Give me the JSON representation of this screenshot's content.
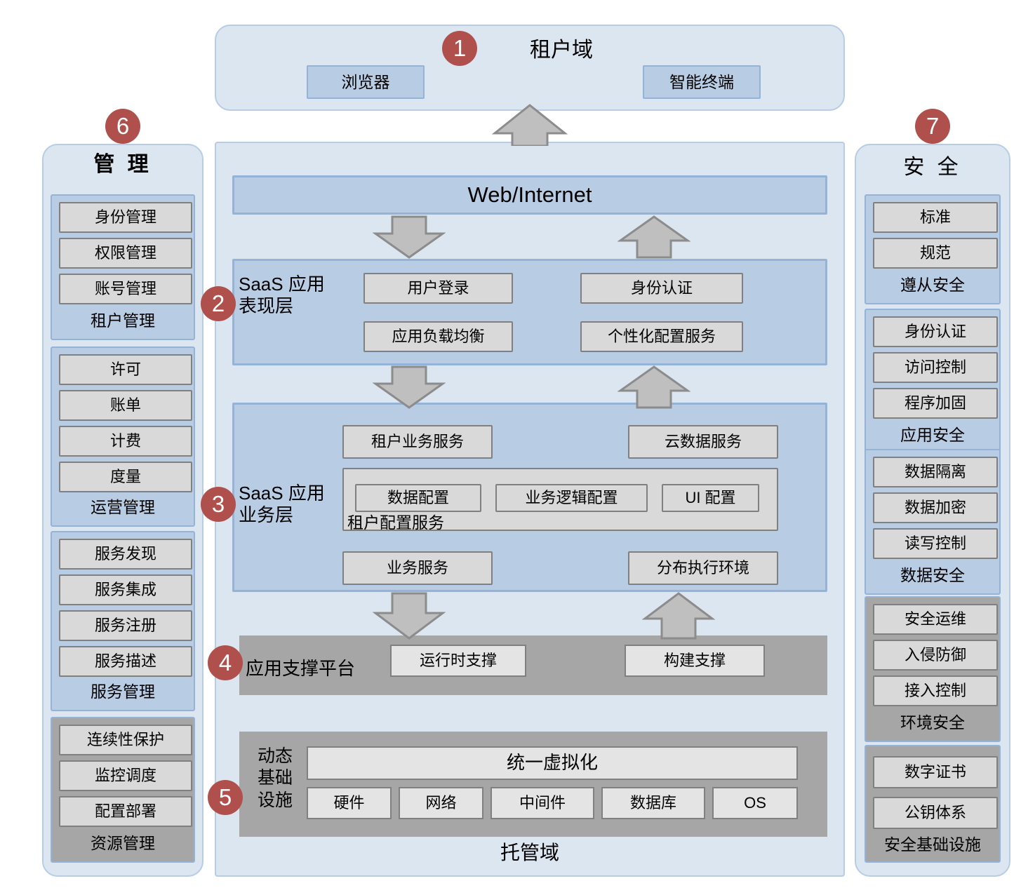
{
  "diagram": {
    "tenant_domain": {
      "badge": "1",
      "title": "租户域",
      "clients": [
        {
          "label": "浏览器"
        },
        {
          "label": "智能终端"
        }
      ]
    },
    "hosting_domain": {
      "footer_label": "托管域",
      "web_band": {
        "label": "Web/Internet"
      },
      "presentation_layer": {
        "badge": "2",
        "label": "SaaS 应用\n表现层",
        "label_line1": "SaaS 应用",
        "label_line2": "表现层",
        "boxes": [
          {
            "label": "用户登录"
          },
          {
            "label": "身份认证"
          },
          {
            "label": "应用负载均衡"
          },
          {
            "label": "个性化配置服务"
          }
        ]
      },
      "business_layer": {
        "badge": "3",
        "label_line1": "SaaS 应用",
        "label_line2": "业务层",
        "top_boxes": [
          {
            "label": "租户业务服务"
          },
          {
            "label": "云数据服务"
          }
        ],
        "config_panel": {
          "label": "租户配置服务",
          "items": [
            {
              "label": "数据配置"
            },
            {
              "label": "业务逻辑配置"
            },
            {
              "label": "UI 配置"
            }
          ]
        },
        "bottom_boxes": [
          {
            "label": "业务服务"
          },
          {
            "label": "分布执行环境"
          }
        ]
      },
      "support_platform": {
        "badge": "4",
        "label": "应用支撑平台",
        "boxes": [
          {
            "label": "运行时支撑"
          },
          {
            "label": "构建支撑"
          }
        ]
      },
      "infrastructure": {
        "badge": "5",
        "label_line1": "动态",
        "label_line2": "基础",
        "label_line3": "设施",
        "virtualization": {
          "label": "统一虚拟化"
        },
        "components": [
          {
            "label": "硬件"
          },
          {
            "label": "网络"
          },
          {
            "label": "中间件"
          },
          {
            "label": "数据库"
          },
          {
            "label": "OS"
          }
        ]
      }
    },
    "management_panel": {
      "badge": "6",
      "title": "管 理",
      "groups": [
        {
          "label": "租户管理",
          "style": "blue",
          "items": [
            {
              "label": "身份管理"
            },
            {
              "label": "权限管理"
            },
            {
              "label": "账号管理"
            }
          ]
        },
        {
          "label": "运营管理",
          "style": "blue",
          "items": [
            {
              "label": "许可"
            },
            {
              "label": "账单"
            },
            {
              "label": "计费"
            },
            {
              "label": "度量"
            }
          ]
        },
        {
          "label": "服务管理",
          "style": "blue",
          "items": [
            {
              "label": "服务发现"
            },
            {
              "label": "服务集成"
            },
            {
              "label": "服务注册"
            },
            {
              "label": "服务描述"
            }
          ]
        },
        {
          "label": "资源管理",
          "style": "gray",
          "items": [
            {
              "label": "连续性保护"
            },
            {
              "label": "监控调度"
            },
            {
              "label": "配置部署"
            }
          ]
        }
      ]
    },
    "security_panel": {
      "badge": "7",
      "title": "安 全",
      "groups": [
        {
          "label": "遵从安全",
          "style": "blue",
          "items": [
            {
              "label": "标准"
            },
            {
              "label": "规范"
            }
          ]
        },
        {
          "label": "应用安全",
          "style": "blue",
          "items": [
            {
              "label": "身份认证"
            },
            {
              "label": "访问控制"
            },
            {
              "label": "程序加固"
            }
          ]
        },
        {
          "label": "数据安全",
          "style": "blue",
          "items": [
            {
              "label": "数据隔离"
            },
            {
              "label": "数据加密"
            },
            {
              "label": "读写控制"
            }
          ]
        },
        {
          "label": "环境安全",
          "style": "gray",
          "items": [
            {
              "label": "安全运维"
            },
            {
              "label": "入侵防御"
            },
            {
              "label": "接入控制"
            }
          ]
        },
        {
          "label": "安全基础设施",
          "style": "gray",
          "items": [
            {
              "label": "数字证书"
            },
            {
              "label": "公钥体系"
            }
          ]
        }
      ]
    },
    "colors": {
      "badge_red": "#b0504c",
      "panel_light_blue": "#dce6f1",
      "panel_border_blue": "#b8cce4",
      "band_blue": "#b8cce4",
      "band_border_blue": "#95b3d7",
      "chip_gray": "#d9d9d9",
      "chip_border_gray": "#808080",
      "dark_gray": "#a6a6a6",
      "arrow_gray": "#bfbfbf"
    }
  }
}
